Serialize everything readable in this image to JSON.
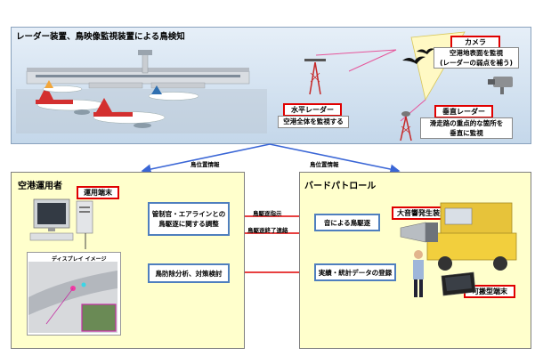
{
  "top": {
    "title": "レーダー装置、鳥映像監視装置による鳥検知",
    "camera": {
      "tag": "カメラ",
      "note_line1": "空港地表面を監視",
      "note_line2": "(レーダーの弱点を補う)"
    },
    "horizontal_radar": {
      "tag": "水平レーダー",
      "note": "空港全体を監視する"
    },
    "vertical_radar": {
      "tag": "垂直レーダー",
      "note_line1": "滑走路の重点的な箇所を",
      "note_line2": "垂直に監視"
    }
  },
  "links": {
    "bird_info_left": "鳥位置情報",
    "bird_info_right": "鳥位置情報"
  },
  "airport_operator": {
    "title": "空港運用者",
    "terminal_tag": "運用端末",
    "display_label": "ディスプレイ イメージ",
    "coordination_line1": "管制官・エアラインとの",
    "coordination_line2": "鳥駆逐に関する調整",
    "analysis": "鳥防除分析、対策検討"
  },
  "bird_patrol": {
    "title": "バードパトロール",
    "sound_dispersal": "音による鳥駆逐",
    "records": "実績・統計データの登録",
    "sound_device_tag": "大音響発生装置",
    "portable_tag": "可搬型端末"
  },
  "arrows": {
    "dispersal_order": "鳥駆逐指示",
    "dispersal_done": "鳥駆逐終了連絡"
  },
  "colors": {
    "accent_red": "#e00000",
    "box_blue": "#4f7fbe",
    "panel_yellow": "#ffffcc",
    "sky_blue": "#c4d7ea",
    "link_blue": "#3a66d6"
  }
}
